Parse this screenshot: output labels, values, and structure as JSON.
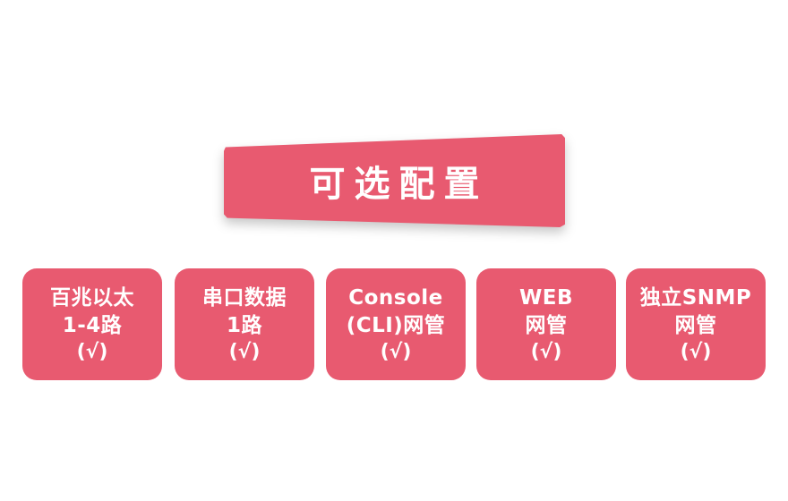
{
  "banner": {
    "title": "可选配置",
    "color": "#e85a70"
  },
  "cards": [
    {
      "lines": [
        "百兆以太",
        "1-4路"
      ],
      "check": "(√)"
    },
    {
      "lines": [
        "串口数据",
        "1路"
      ],
      "check": "(√)"
    },
    {
      "lines": [
        "Console",
        "(CLI)网管"
      ],
      "check": "(√)"
    },
    {
      "lines": [
        "WEB",
        "网管"
      ],
      "check": "(√)"
    },
    {
      "lines": [
        "独立SNMP",
        "网管"
      ],
      "check": "(√)"
    }
  ],
  "colors": {
    "card_bg": "#e85a70",
    "text": "#ffffff",
    "page_bg": "#ffffff"
  }
}
